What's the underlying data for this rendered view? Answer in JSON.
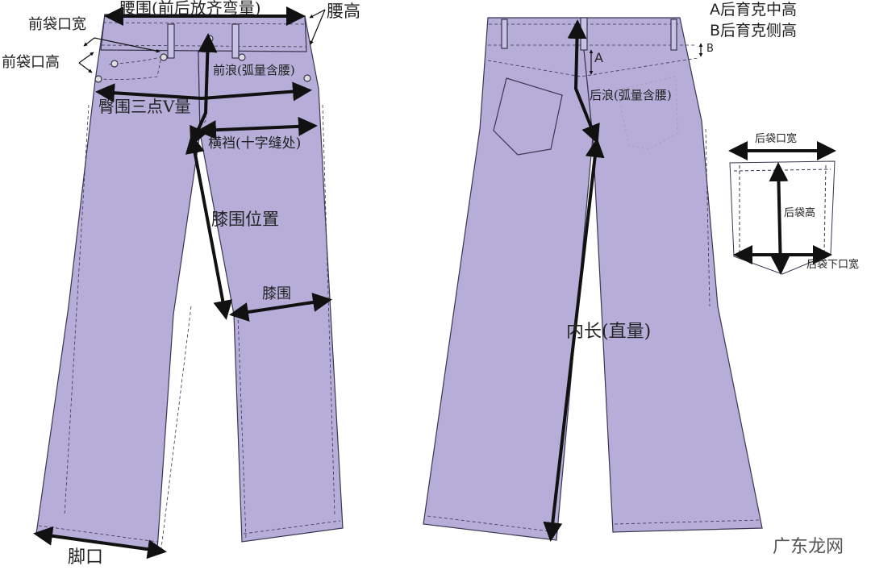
{
  "colors": {
    "fabric": "#b6aed8",
    "outline": "#3a3550",
    "arrow": "#111111"
  },
  "front": {
    "waist": "腰围(前后放齐弯量)",
    "waist_height": "腰高",
    "front_pocket_width": "前袋口宽",
    "front_pocket_height": "前袋口高",
    "front_rise": "前浪(弧量含腰)",
    "hip": "臀围三点V量",
    "thigh": "横裆(十字缝处)",
    "knee_position": "膝围位置",
    "knee": "膝围",
    "leg_opening": "脚口"
  },
  "back": {
    "yoke_center": "A后育克中高",
    "yoke_side": "B后育克侧高",
    "marker_a": "A",
    "marker_b": "B",
    "back_rise": "后浪(弧量含腰)",
    "inseam": "内长(直量)"
  },
  "pocket": {
    "width": "后袋口宽",
    "height": "后袋高",
    "bottom_width": "后袋下口宽"
  },
  "watermark": "广东龙网"
}
